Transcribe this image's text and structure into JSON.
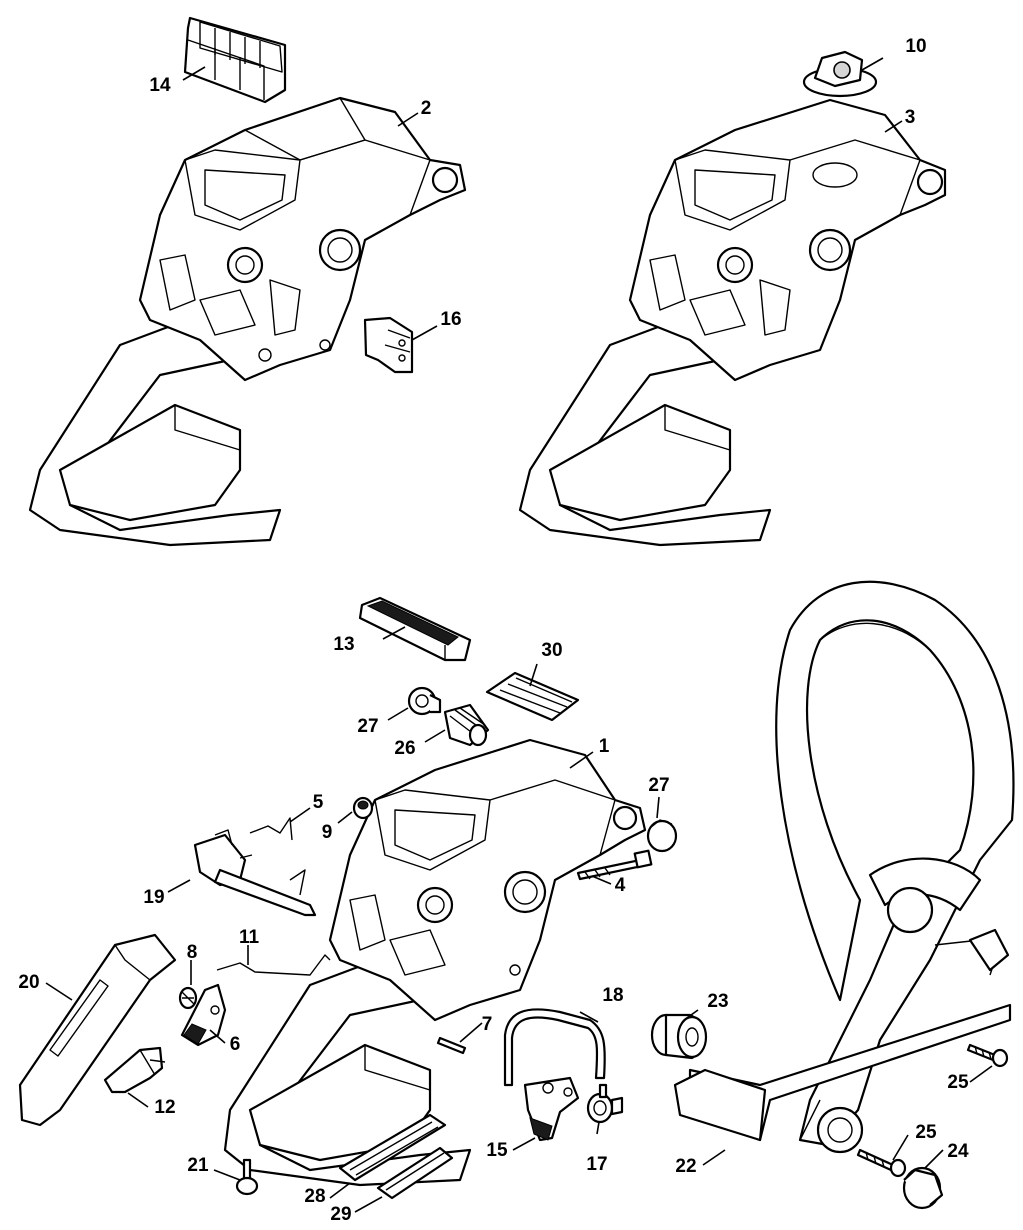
{
  "callouts": [
    {
      "id": "1",
      "label": "1"
    },
    {
      "id": "2",
      "label": "2"
    },
    {
      "id": "3",
      "label": "3"
    },
    {
      "id": "4",
      "label": "4"
    },
    {
      "id": "5",
      "label": "5"
    },
    {
      "id": "6",
      "label": "6"
    },
    {
      "id": "7",
      "label": "7"
    },
    {
      "id": "8",
      "label": "8"
    },
    {
      "id": "9",
      "label": "9"
    },
    {
      "id": "10",
      "label": "10"
    },
    {
      "id": "11",
      "label": "11"
    },
    {
      "id": "12",
      "label": "12"
    },
    {
      "id": "13",
      "label": "13"
    },
    {
      "id": "14",
      "label": "14"
    },
    {
      "id": "15",
      "label": "15"
    },
    {
      "id": "16",
      "label": "16"
    },
    {
      "id": "17",
      "label": "17"
    },
    {
      "id": "18",
      "label": "18"
    },
    {
      "id": "19",
      "label": "19"
    },
    {
      "id": "20",
      "label": "20"
    },
    {
      "id": "21",
      "label": "21"
    },
    {
      "id": "22",
      "label": "22"
    },
    {
      "id": "23",
      "label": "23"
    },
    {
      "id": "24",
      "label": "24"
    },
    {
      "id": "25a",
      "label": "25"
    },
    {
      "id": "25b",
      "label": "25"
    },
    {
      "id": "26",
      "label": "26"
    },
    {
      "id": "27a",
      "label": "27"
    },
    {
      "id": "27b",
      "label": "27"
    },
    {
      "id": "28",
      "label": "28"
    },
    {
      "id": "29",
      "label": "29"
    },
    {
      "id": "30",
      "label": "30"
    }
  ]
}
